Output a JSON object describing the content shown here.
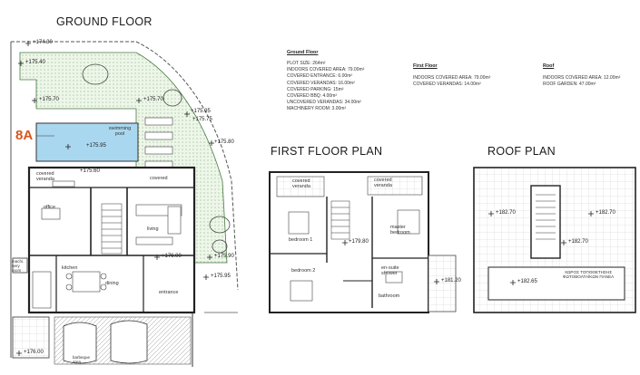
{
  "titles": {
    "ground": "GROUND FLOOR",
    "first": "FIRST FLOOR PLAN",
    "roof": "ROOF PLAN"
  },
  "unit_tag": "8A",
  "schedule": {
    "ground_heading": "Ground Floor",
    "ground_lines": [
      "PLOT SIZE: 264m²",
      "INDOORS COVERED AREA: 79.00m²",
      "COVERED ENTRANCE: 6.00m²",
      "COVERED VERANDAS: 16.00m²",
      "COVERED PARKING: 15m²",
      "COVERED BBQ: 4.00m²",
      "UNCOVERED VERANDAS: 34.00m²",
      "MACHINERY ROOM: 3.00m²"
    ],
    "first_heading": "First Floor",
    "first_lines": [
      "INDOORS COVERED AREA: 79.00m²",
      "COVERED VERANDAS: 14.00m²"
    ],
    "roof_heading": "Roof",
    "roof_lines": [
      "INDOORS COVERED AREA: 12.00m²",
      "ROOF GARDEN: 47.00m²"
    ]
  },
  "ground_levels": [
    "+174.30",
    "+175.40",
    "+175.70",
    "+175.70",
    "+175.95",
    "+175.75",
    "+175.80",
    "+175.95",
    "+175.90",
    "+176.00",
    "+175.95",
    "+176.00",
    "+175.60"
  ],
  "ground_rooms": {
    "pool": "swimming pool",
    "veranda_cov": "covered veranda",
    "covered": "covered",
    "office": "office",
    "living": "living",
    "kitchen": "kitchen",
    "dining": "dining",
    "entrance": "entrance",
    "machinery": "machi. nery room",
    "barbeque": "barbeque area"
  },
  "first_rooms": {
    "veranda1": "covered veranda",
    "veranda2": "covered veranda",
    "bedroom1": "bedroom 1",
    "bedroom2": "bedroom 2",
    "master": "master bedroom",
    "ensuite": "en-suite shower",
    "bathroom": "bathroom"
  },
  "first_levels": [
    "+179.80",
    "+181.20"
  ],
  "roof_levels": [
    "+182.70",
    "+182.70",
    "+182.70",
    "+182.65"
  ],
  "roof_note": "ΧΩΡΟΣ ΤΟΠΟΘΕΤΗΣΗΣ ΦΩΤΟΒΟΛΤΑΪΚΩΝ ΠΑΝΕΛ"
}
